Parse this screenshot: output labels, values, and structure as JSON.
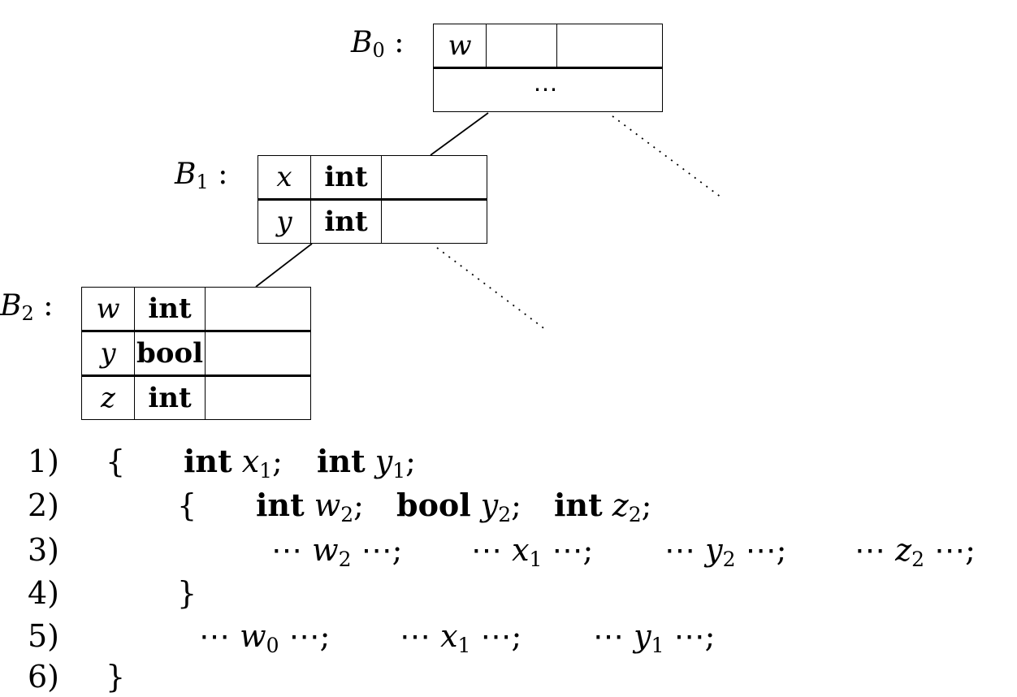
{
  "blocks": {
    "b0": {
      "label_letter": "B",
      "label_sub": "0",
      "label_colon": ":",
      "rows": [
        [
          "w",
          "",
          ""
        ]
      ],
      "more_row": "⋯"
    },
    "b1": {
      "label_letter": "B",
      "label_sub": "1",
      "label_colon": ":",
      "rows": [
        [
          "x",
          "int",
          ""
        ],
        [
          "y",
          "int",
          ""
        ]
      ]
    },
    "b2": {
      "label_letter": "B",
      "label_sub": "2",
      "label_colon": ":",
      "rows": [
        [
          "w",
          "int",
          ""
        ],
        [
          "y",
          "bool",
          ""
        ],
        [
          "z",
          "int",
          ""
        ]
      ]
    }
  },
  "code": {
    "line_numbers": [
      "1)",
      "2)",
      "3)",
      "4)",
      "5)",
      "6)"
    ],
    "line1": {
      "open": "{",
      "kw1": "int",
      "v1": "x",
      "s1": "1",
      "semi1": ";",
      "kw2": "int",
      "v2": "y",
      "s2": "1",
      "semi2": ";"
    },
    "line2": {
      "open": "{",
      "kw1": "int",
      "v1": "w",
      "s1": "2",
      "semi1": ";",
      "kw2": "bool",
      "v2": "y",
      "s2": "2",
      "semi2": ";",
      "kw3": "int",
      "v3": "z",
      "s3": "2",
      "semi3": ";"
    },
    "line3": {
      "uses": [
        {
          "pre": "⋯",
          "v": "w",
          "s": "2",
          "post": "⋯;"
        },
        {
          "pre": "⋯",
          "v": "x",
          "s": "1",
          "post": "⋯;"
        },
        {
          "pre": "⋯",
          "v": "y",
          "s": "2",
          "post": "⋯;"
        },
        {
          "pre": "⋯",
          "v": "z",
          "s": "2",
          "post": "⋯;"
        }
      ]
    },
    "line4": {
      "close": "}"
    },
    "line5": {
      "uses": [
        {
          "pre": "⋯",
          "v": "w",
          "s": "0",
          "post": "⋯;"
        },
        {
          "pre": "⋯",
          "v": "x",
          "s": "1",
          "post": "⋯;"
        },
        {
          "pre": "⋯",
          "v": "y",
          "s": "1",
          "post": "⋯;"
        }
      ]
    },
    "line6": {
      "close": "}"
    }
  }
}
